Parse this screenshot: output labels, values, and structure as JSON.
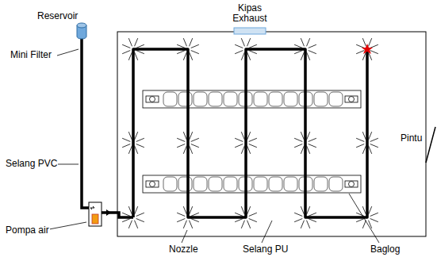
{
  "diagram": {
    "labels": [
      "Kipas Exhaust",
      "Reservoir",
      "Mini Filter",
      "Selang PVC",
      "Pompa air",
      "Pintu",
      "Nozzle",
      "Selang PU",
      "Baglog"
    ]
  }
}
